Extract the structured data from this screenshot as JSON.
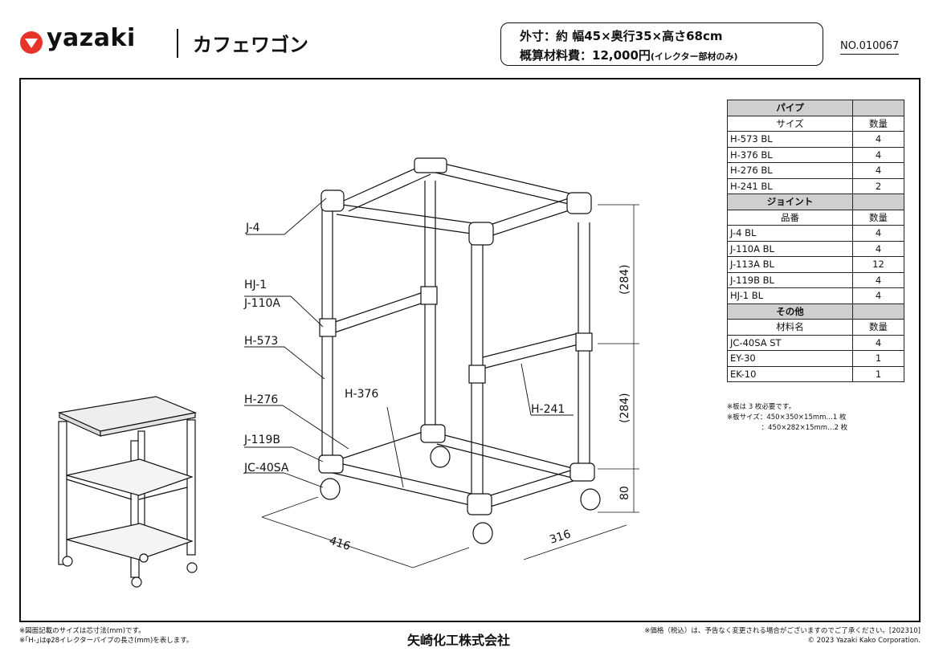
{
  "header": {
    "brand": "yazaki",
    "product_name": "カフェワゴン",
    "spec_size": "外寸：約 幅45×奥行35×高さ68cm",
    "spec_cost_main": "概算材料費：12,000円",
    "spec_cost_note": "(イレクター部材のみ)",
    "doc_number": "NO.010067"
  },
  "drawing": {
    "part_labels": [
      "J-4",
      "HJ-1",
      "J-110A",
      "H-573",
      "H-276",
      "J-119B",
      "JC-40SA",
      "H-376",
      "H-241"
    ],
    "dimensions": {
      "width": "416",
      "depth": "316",
      "height_upper": "(284)",
      "height_middle": "(284)",
      "height_bottom": "80"
    }
  },
  "parts_table": {
    "pipe_section": "パイプ",
    "pipe_header": [
      "サイズ",
      "数量"
    ],
    "pipes": [
      [
        "H-573 BL",
        "4"
      ],
      [
        "H-376 BL",
        "4"
      ],
      [
        "H-276 BL",
        "4"
      ],
      [
        "H-241 BL",
        "2"
      ]
    ],
    "joint_section": "ジョイント",
    "joint_header": [
      "品番",
      "数量"
    ],
    "joints": [
      [
        "J-4 BL",
        "4"
      ],
      [
        "J-110A BL",
        "4"
      ],
      [
        "J-113A BL",
        "12"
      ],
      [
        "J-119B BL",
        "4"
      ],
      [
        "HJ-1 BL",
        "4"
      ]
    ],
    "other_section": "その他",
    "other_header": [
      "材料名",
      "数量"
    ],
    "others": [
      [
        "JC-40SA ST",
        "4"
      ],
      [
        "EY-30",
        "1"
      ],
      [
        "EK-10",
        "1"
      ]
    ]
  },
  "notes": [
    "※板は 3 枚必要です。",
    "※板サイズ：450×350×15mm…1 枚",
    "　　　　　：450×282×15mm…2 枚"
  ],
  "footer": {
    "left_line1": "※図面記載のサイズは芯寸法(mm)です。",
    "left_line2": "※｢H-｣はφ28イレクターパイプの長さ(mm)を表します。",
    "company": "矢崎化工株式会社",
    "right_line1": "※価格（税込）は、予告なく変更される場合がございますのでご了承ください。[202310]",
    "right_line2": "© 2023 Yazaki Kako  Corporation."
  },
  "colors": {
    "brand_red": "#e8332a",
    "table_section_bg": "#cfcfcf"
  }
}
